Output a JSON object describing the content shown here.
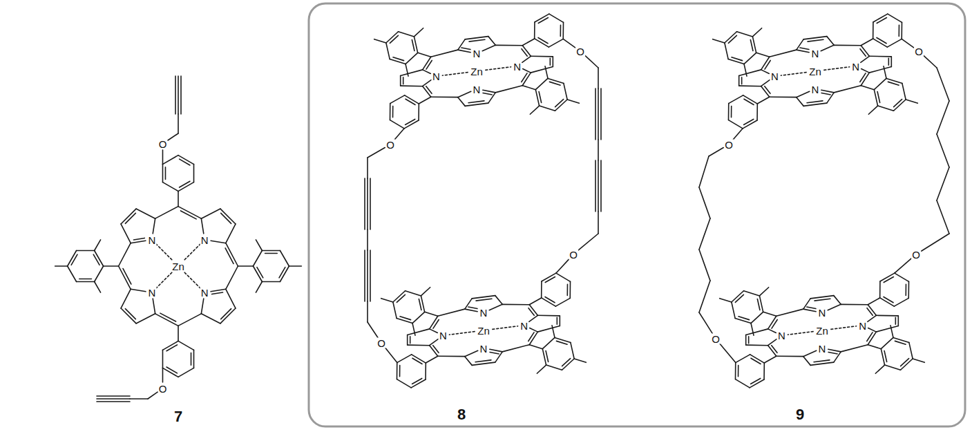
{
  "diagram": {
    "labels": [
      "O",
      "N",
      "N",
      "N",
      "N",
      "Zn",
      "O",
      "7",
      "N",
      "N",
      "N",
      "N",
      "Zn",
      "N",
      "N",
      "N",
      "N",
      "Zn",
      "O",
      "O",
      "O",
      "O",
      "8",
      "N",
      "N",
      "N",
      "N",
      "Zn",
      "N",
      "N",
      "N",
      "N",
      "Zn",
      "O",
      "O",
      "O",
      "O",
      "9"
    ]
  }
}
